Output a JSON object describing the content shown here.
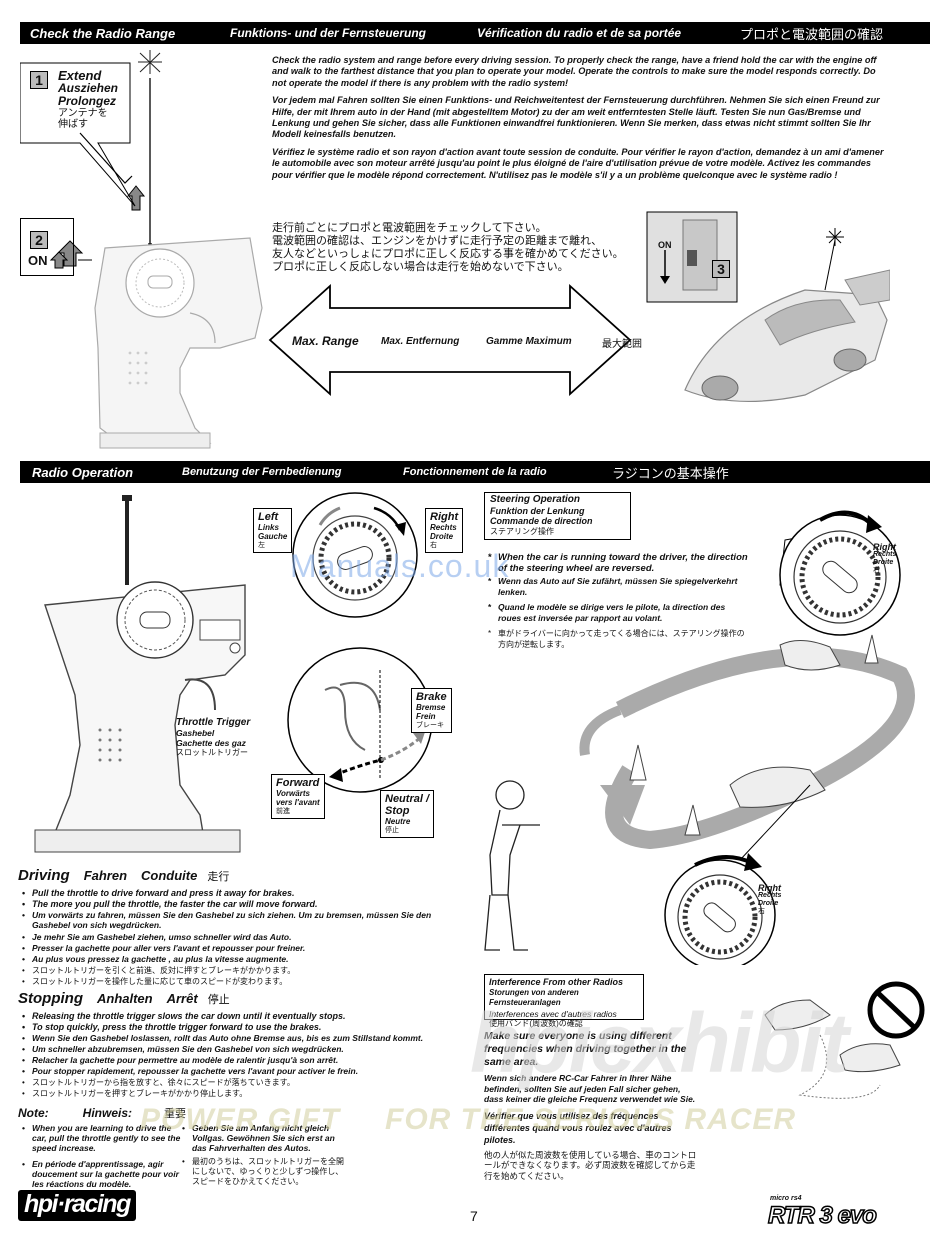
{
  "section1": {
    "bar": {
      "en": "Check the Radio Range",
      "de": "Funktions- und der Fernsteuerung",
      "fr": "Vérification du radio et de sa portée",
      "jp": "プロポと電波範囲の確認"
    },
    "step1": {
      "num": "1",
      "en": "Extend",
      "de": "Ausziehen",
      "fr": "Prolongez",
      "jp1": "アンテナを",
      "jp2": "伸ばす"
    },
    "step2": {
      "num": "2",
      "label": "ON"
    },
    "step3": {
      "num": "3",
      "label": "ON"
    },
    "para_en": "Check the radio system and range before every driving session. To properly check the range, have a friend hold the car with the engine off and walk to the farthest distance that you plan to operate your model. Operate the controls to make sure the model responds correctly. Do not operate the model if there is any problem with the radio system!",
    "para_de": "Vor jedem mal Fahren sollten Sie einen Funktions- und Reichweitentest der Fernsteuerung durchführen. Nehmen Sie sich einen Freund zur Hilfe, der mit Ihrem auto in der Hand (mit abgestelltem Motor) zu der am weit entferntesten Stelle läuft. Testen Sie nun Gas/Bremse und Lenkung und gehen Sie sicher, dass alle Funktionen einwandfrei funktionieren. Wenn Sie merken, dass etwas nicht stimmt sollten Sie Ihr Modell keinesfalls benutzen.",
    "para_fr": "Vérifiez le système radio et son rayon d'action avant toute session de conduite. Pour vérifier le rayon d'action, demandez à un ami d'amener le automobile avec son moteur arrêté jusqu'au point le plus éloigné de l'aire d'utilisation prévue de votre modèle. Activez les commandes pour vérifier que le modèle répond correctement. N'utilisez pas le modèle s'il y a un problème quelconque avec le système radio !",
    "para_jp": [
      "走行前ごとにプロポと電波範囲をチェックして下さい。",
      "電波範囲の確認は、エンジンをかけずに走行予定の距離まで離れ、",
      "友人などといっしょにプロポに正しく反応する事を確かめてください。",
      "プロポに正しく反応しない場合は走行を始めないで下さい。"
    ],
    "range": {
      "en": "Max. Range",
      "de": "Max. Entfernung",
      "fr": "Gamme Maximum",
      "jp": "最大範囲"
    }
  },
  "section2": {
    "bar": {
      "en": "Radio Operation",
      "de": "Benutzung der Fernbedienung",
      "fr": "Fonctionnement de la radio",
      "jp": "ラジコンの基本操作"
    },
    "left": {
      "en": "Left",
      "de": "Links",
      "fr": "Gauche",
      "jp": "左"
    },
    "right": {
      "en": "Right",
      "de": "Rechts",
      "fr": "Droite",
      "jp": "右"
    },
    "brake": {
      "en": "Brake",
      "de": "Bremse",
      "fr": "Frein",
      "jp": "ブレーキ"
    },
    "forward": {
      "en": "Forward",
      "de": "Vorwärts",
      "fr": "vers l'avant",
      "jp": "前進"
    },
    "neutral": {
      "en": "Neutral /",
      "en2": "Stop",
      "fr": "Neutre",
      "jp": "停止"
    },
    "trigger": {
      "en": "Throttle Trigger",
      "de": "Gashebel",
      "fr": "Gachette des gaz",
      "jp": "スロットルトリガー"
    },
    "steering": {
      "title_en": "Steering  Operation",
      "title_de": "Funktion  der  Lenkung",
      "title_fr": "Commande  de  direction",
      "title_jp": "ステアリング操作",
      "b1": "When the car is running toward the driver, the direction of the steering wheel are reversed.",
      "b2": "Wenn das Auto auf Sie zufährt, müssen Sie spiegelverkehrt lenken.",
      "b3": "Quand le modèle se dirige vers le pilote, la direction des roues est inversée par rapport au volant.",
      "b4": "車がドライバーに向かって走ってくる場合には、ステアリング操作の方向が逆転します。",
      "right_en": "Right",
      "right_de": "Rechts",
      "right_fr": "Droite",
      "right_jp": "右"
    },
    "driving": {
      "title_en": "Driving",
      "title_de": "Fahren",
      "title_fr": "Conduite",
      "title_jp": "走行",
      "items": [
        {
          "t": "Pull the throttle to drive forward and press it away for brakes.",
          "jp": false
        },
        {
          "t": "The more you pull the throttle, the faster the car will move forward.",
          "jp": false
        },
        {
          "t": "Um vorwärts zu fahren, müssen Sie den Gashebel zu sich ziehen. Um zu bremsen, müssen Sie den Gashebel von sich wegdrücken.",
          "jp": false
        },
        {
          "t": "Je mehr Sie am Gashebel ziehen, umso schneller wird das Auto.",
          "jp": false
        },
        {
          "t": "Presser la gachette pour aller vers l'avant et repousser pour freiner.",
          "jp": false
        },
        {
          "t": "Au plus vous pressez la gachette , au plus la vitesse augmente.",
          "jp": false
        },
        {
          "t": "スロットルトリガーを引くと前進、反対に押すとブレーキがかかります。",
          "jp": true
        },
        {
          "t": "スロットルトリガーを操作した量に応じて車のスピードが変わります。",
          "jp": true
        }
      ]
    },
    "stopping": {
      "title_en": "Stopping",
      "title_de": "Anhalten",
      "title_fr": "Arrêt",
      "title_jp": "停止",
      "items": [
        {
          "t": "Releasing the throttle trigger slows the car down until it eventually stops.",
          "jp": false
        },
        {
          "t": "To stop quickly, press the throttle trigger forward to use the brakes.",
          "jp": false
        },
        {
          "t": "Wenn Sie den Gashebel loslassen, rollt das Auto ohne Bremse aus, bis es zum Stillstand kommt.",
          "jp": false
        },
        {
          "t": "Um schneller abzubremsen, müssen Sie den Gashebel von sich wegdrücken.",
          "jp": false
        },
        {
          "t": "Relacher la gachette pour permettre au modèle de ralentir jusqu'à son arrêt.",
          "jp": false
        },
        {
          "t": "Pour stopper rapidement, repousser la gachette vers l'avant pour activer le frein.",
          "jp": false
        },
        {
          "t": "スロットルトリガーから指を放すと、徐々にスピードが落ちていきます。",
          "jp": true
        },
        {
          "t": "スロットルトリガーを押すとブレーキがかかり停止します。",
          "jp": true
        }
      ]
    },
    "note": {
      "title_en": "Note:",
      "title_de": "Hinweis:",
      "title_jp": "重要",
      "col1": [
        {
          "t": "When you are learning to drive the  car, pull the throttle gently to see the speed increase.",
          "jp": false
        },
        {
          "t": "En période d'apprentissage, agir doucement sur la gachette pour voir les réactions du modèle.",
          "jp": false
        }
      ],
      "col2": [
        {
          "t": "Geben Sie am Anfang nicht gleich Vollgas. Gewöhnen Sie sich erst an das Fahrverhalten des Autos.",
          "jp": false
        },
        {
          "t": "最初のうちは、スロットルトリガーを全開にしないで、ゆっくりと少しずつ操作し、スピードをひかえてください。",
          "jp": true
        }
      ]
    },
    "interference": {
      "title_en": "Interference From other Radios",
      "title_de": "Storungen von anderen Fernsteueranlagen",
      "title_fr": "Interferences avec d'autres radios",
      "title_jp": "使用バンド(周波数)の確認",
      "p_en": "Make sure everyone is using different frequencies when driving together in the same area.",
      "p_de": "Wenn sich andere RC-Car Fahrer in Ihrer Nähe befinden, sollten Sie auf jeden Fall sicher gehen, dass keiner die gleiche Frequenz verwendet wie Sie.",
      "p_fr": "Vérifier que vous utilisez des fréquences différentes quand vous roulez avec d'autres pilotes.",
      "p_jp": "他の人が似た周波数を使用している場合、車のコントロールができなくなります。必ず周波数を確認してから走行を始めてください。"
    }
  },
  "footer": {
    "logo": "hpi·racing",
    "page": "7",
    "model_small": "micro rs4",
    "model": "RTR 3 evo"
  },
  "watermarks": {
    "site": "Manuals.co.uk",
    "brand": "hpiexhibit",
    "tag1": "POWER GIFT",
    "tag2": "FOR THE SERIOUS RACER"
  }
}
